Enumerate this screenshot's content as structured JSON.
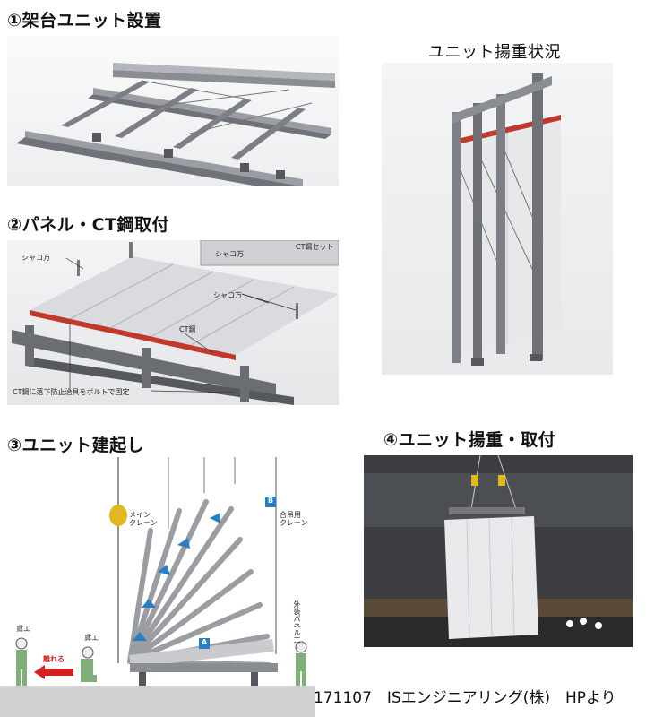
{
  "section1": {
    "title": "①架台ユニット設置"
  },
  "section2": {
    "title": "②パネル・CT鋼取付",
    "labels": {
      "shackle_left": "シャコ万",
      "shackle_inset": "シャコ万",
      "ct_set": "CT鋼セット",
      "shackle_right": "シャコ万",
      "ct_steel": "CT鋼",
      "bolt_note": "CT鋼に落下防止治具をボルトで固定"
    }
  },
  "section_lift": {
    "title": "ユニット揚重状況"
  },
  "section3": {
    "title": "③ユニット建起し",
    "labels": {
      "main_crane": "メイン\nクレーン",
      "assist_crane": "合吊用\nクレーン",
      "worker_left": "鳶工",
      "worker_mid": "鳶工",
      "worker_right": "外装パネル工",
      "move_away": "離れる",
      "marker_a": "A",
      "marker_b": "B"
    }
  },
  "section4": {
    "title": "④ユニット揚重・取付"
  },
  "footer": {
    "credit": "171107　ISエンジニアリング(株)　HPより"
  },
  "colors": {
    "steel": "#8a8d92",
    "steel_dark": "#55585d",
    "panel": "#d9dbde",
    "red_edge": "#c0392b",
    "arrow_blue": "#2a7fc0",
    "arrow_red": "#d32020"
  }
}
